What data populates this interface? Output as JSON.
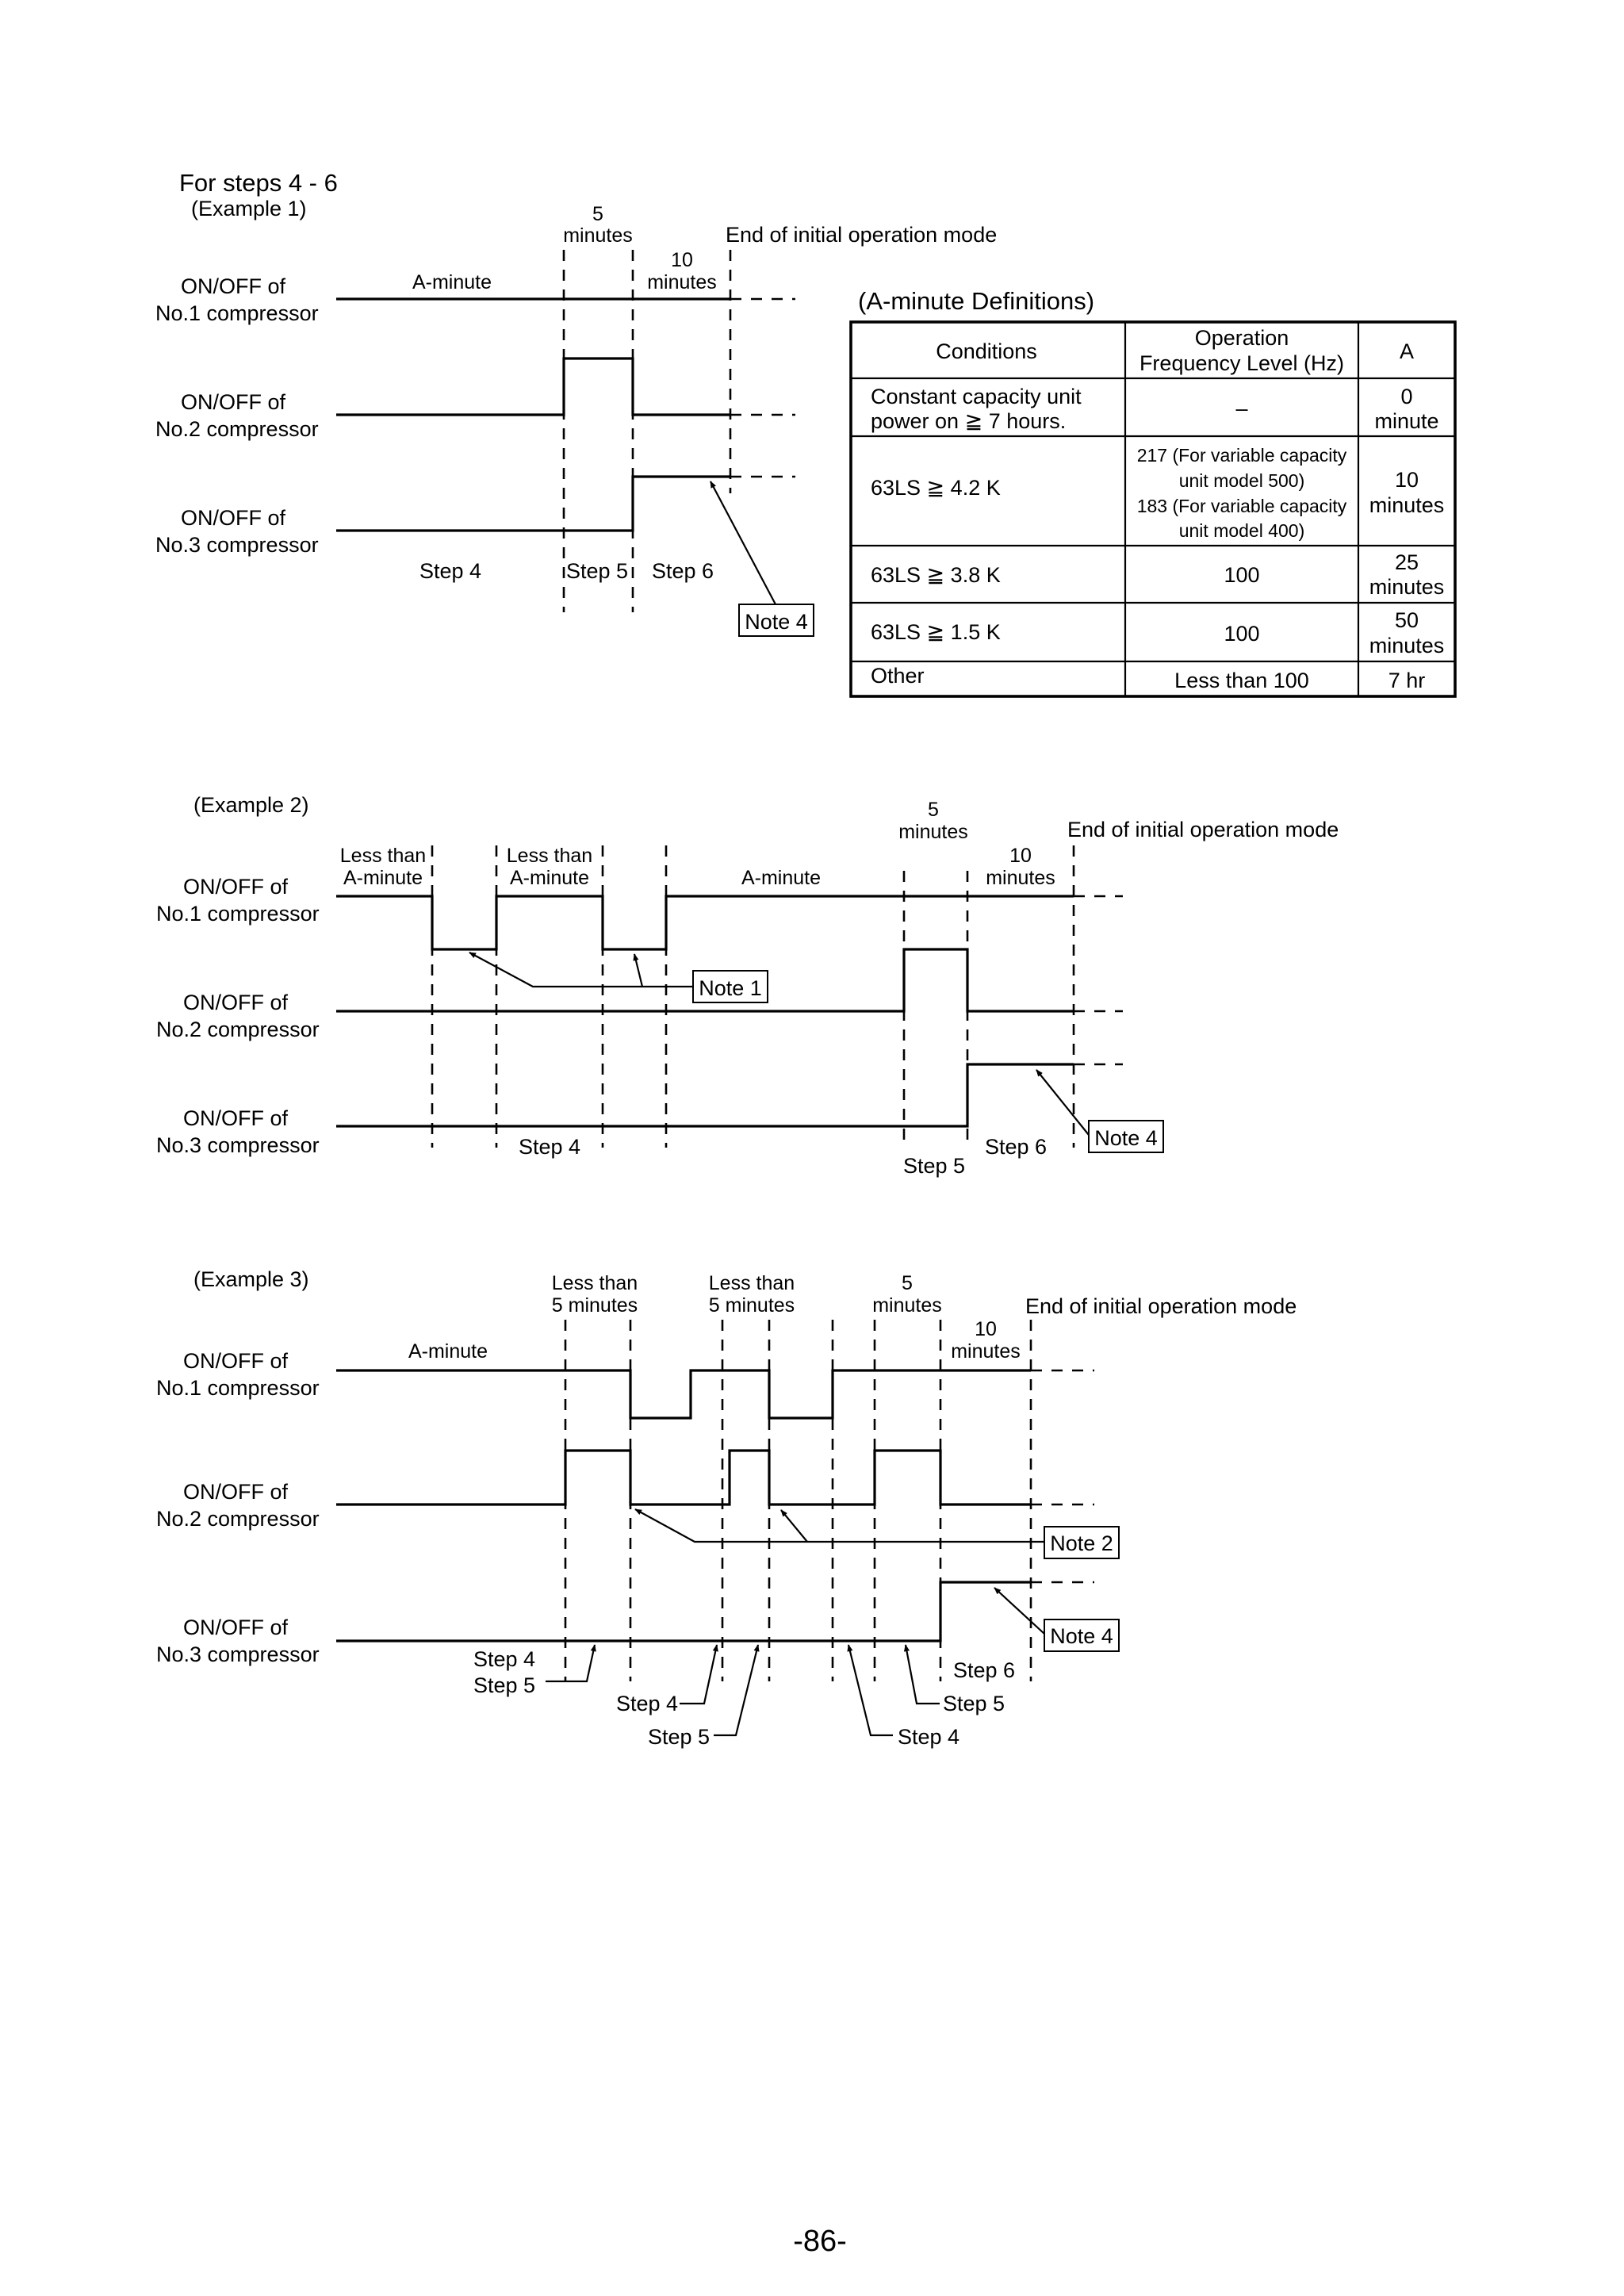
{
  "header": {
    "title": "For steps 4 - 6"
  },
  "labels": {
    "comp1": [
      "ON/OFF of",
      "No.1 compressor"
    ],
    "comp2": [
      "ON/OFF of",
      "No.2 compressor"
    ],
    "comp3": [
      "ON/OFF of",
      "No.3 compressor"
    ],
    "end_mode": "End of initial operation mode",
    "a_minute": "A-minute",
    "five_minutes": [
      "5",
      "minutes"
    ],
    "ten_minutes": [
      "10",
      "minutes"
    ],
    "less_than_a": [
      "Less than",
      "A-minute"
    ],
    "less_than_5": [
      "Less than",
      "5 minutes"
    ],
    "step4": "Step 4",
    "step5": "Step 5",
    "step6": "Step 6",
    "note1": "Note 1",
    "note2": "Note 2",
    "note4": "Note 4"
  },
  "example1": {
    "title": "(Example 1)"
  },
  "example2": {
    "title": "(Example 2)"
  },
  "example3": {
    "title": "(Example 3)"
  },
  "table": {
    "title": "(A-minute Definitions)",
    "headers": [
      [
        "Conditions"
      ],
      [
        "Operation",
        "Frequency Level (Hz)"
      ],
      [
        "A"
      ]
    ],
    "rows": [
      {
        "condition": [
          "Constant capacity unit",
          "power on ≧ 7 hours."
        ],
        "freq": [
          "–"
        ],
        "a": [
          "0",
          "minute"
        ]
      },
      {
        "condition": [
          "63LS ≧ 4.2 K"
        ],
        "freq": [
          "217 (For variable capacity",
          "unit model 500)",
          "183 (For variable capacity",
          "unit model 400)"
        ],
        "a": [
          "10",
          "minutes"
        ]
      },
      {
        "condition": [
          "63LS ≧ 3.8 K"
        ],
        "freq": [
          "100"
        ],
        "a": [
          "25",
          "minutes"
        ]
      },
      {
        "condition": [
          "63LS ≧ 1.5 K"
        ],
        "freq": [
          "100"
        ],
        "a": [
          "50",
          "minutes"
        ]
      },
      {
        "condition": [
          "Other"
        ],
        "freq": [
          "Less than 100"
        ],
        "a": [
          "7 hr"
        ]
      }
    ]
  },
  "footer": {
    "page_number": "-86-"
  }
}
